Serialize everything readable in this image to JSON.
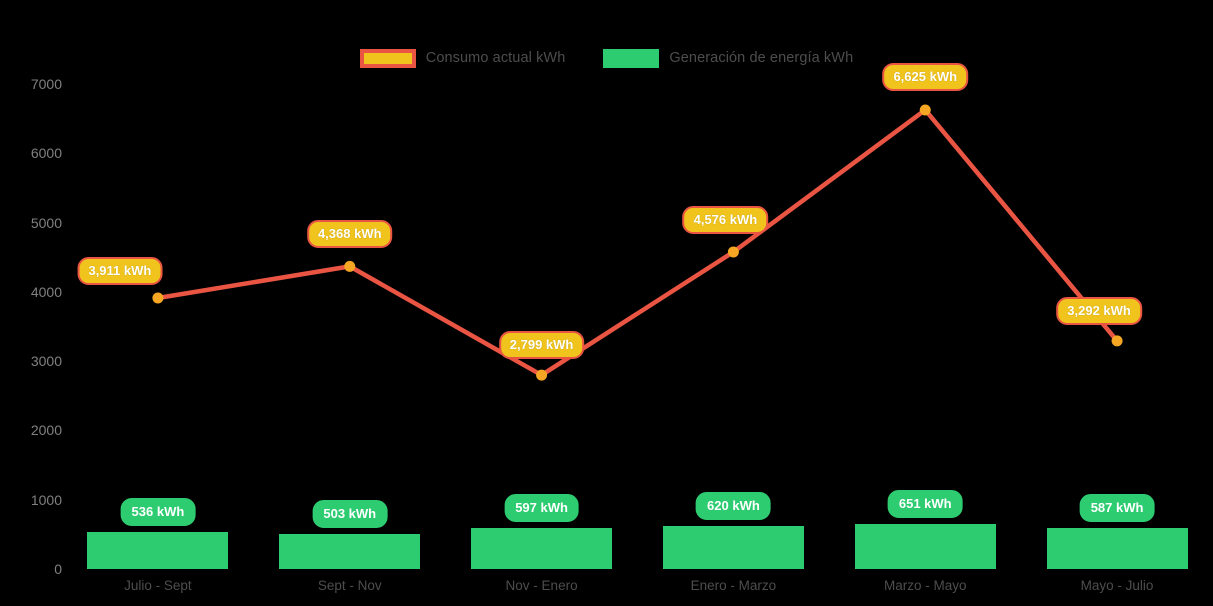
{
  "chart_data": {
    "type": "bar",
    "title": "",
    "subtitle": "",
    "xlabel": "",
    "ylabel": "",
    "categories": [
      "Julio - Sept",
      "Sept - Nov",
      "Nov - Enero",
      "Enero - Marzo",
      "Marzo - Mayo",
      "Mayo - Julio"
    ],
    "ylim": [
      0,
      7000
    ],
    "yticks": [
      0,
      1000,
      2000,
      3000,
      4000,
      5000,
      6000,
      7000
    ],
    "ytick_labels": [
      "0",
      "1000",
      "2000",
      "3000",
      "4000",
      "5000",
      "6000",
      "7000"
    ],
    "grid": false,
    "legend_position": "top-center",
    "series": [
      {
        "name": "Consumo actual kWh",
        "type": "line",
        "color": "#ea5543",
        "marker_color": "#f5a623",
        "label_bg": "#f0c41c",
        "label_border": "#ea5543",
        "label_text_color": "#ffffff",
        "values": [
          3911,
          4368,
          2799,
          4576,
          6625,
          3292
        ],
        "point_labels": [
          "3,911 kWh",
          "4,368 kWh",
          "2,799 kWh",
          "4,576 kWh",
          "6,625 kWh",
          "3,292 kWh"
        ]
      },
      {
        "name": "Generación de energía kWh",
        "type": "bar",
        "color": "#2ecc71",
        "label_bg": "#2ecc71",
        "label_text_color": "#ffffff",
        "values": [
          536,
          503,
          597,
          620,
          651,
          587
        ],
        "point_labels": [
          "536 kWh",
          "503 kWh",
          "597 kWh",
          "620 kWh",
          "651 kWh",
          "587 kWh"
        ]
      }
    ]
  },
  "legend": {
    "items": [
      {
        "label": "Consumo actual kWh",
        "swatch": "line-swatch"
      },
      {
        "label": "Generación de energía kWh",
        "swatch": "bar-swatch"
      }
    ]
  },
  "background_color": "#000000",
  "axis_text_color": "#808080"
}
